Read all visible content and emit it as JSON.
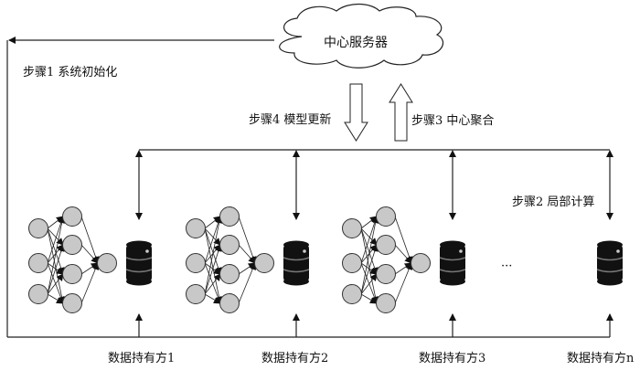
{
  "server": {
    "label": "中心服务器",
    "icon": "cloud-icon"
  },
  "steps": {
    "step1": "步骤1  系统初始化",
    "step2": "步骤2  局部计算",
    "step3": "步骤3  中心聚合",
    "step4": "步骤4  模型更新"
  },
  "ellipsis": "···",
  "holders": [
    {
      "label": "数据持有方1",
      "has_model": true
    },
    {
      "label": "数据持有方2",
      "has_model": true
    },
    {
      "label": "数据持有方3",
      "has_model": true
    },
    {
      "label": "数据持有方n",
      "has_model": false
    }
  ],
  "colors": {
    "node_fill": "#c8c8c8",
    "line": "#222222",
    "db": "#111111"
  }
}
